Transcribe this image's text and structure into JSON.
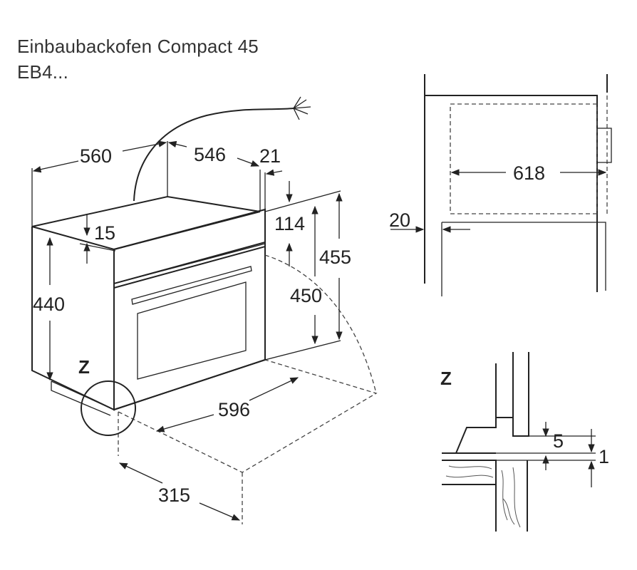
{
  "title": {
    "line1": "Einbaubackofen Compact 45",
    "line2": "EB4..."
  },
  "dimensions": {
    "d560": "560",
    "d546": "546",
    "d21": "21",
    "d114": "114",
    "d15": "15",
    "d455": "455",
    "d450": "450",
    "d440": "440",
    "d596": "596",
    "d315": "315",
    "d618": "618",
    "d20": "20",
    "d5": "5",
    "d1": "1"
  },
  "labels": {
    "z_main": "Z",
    "z_detail": "Z"
  }
}
